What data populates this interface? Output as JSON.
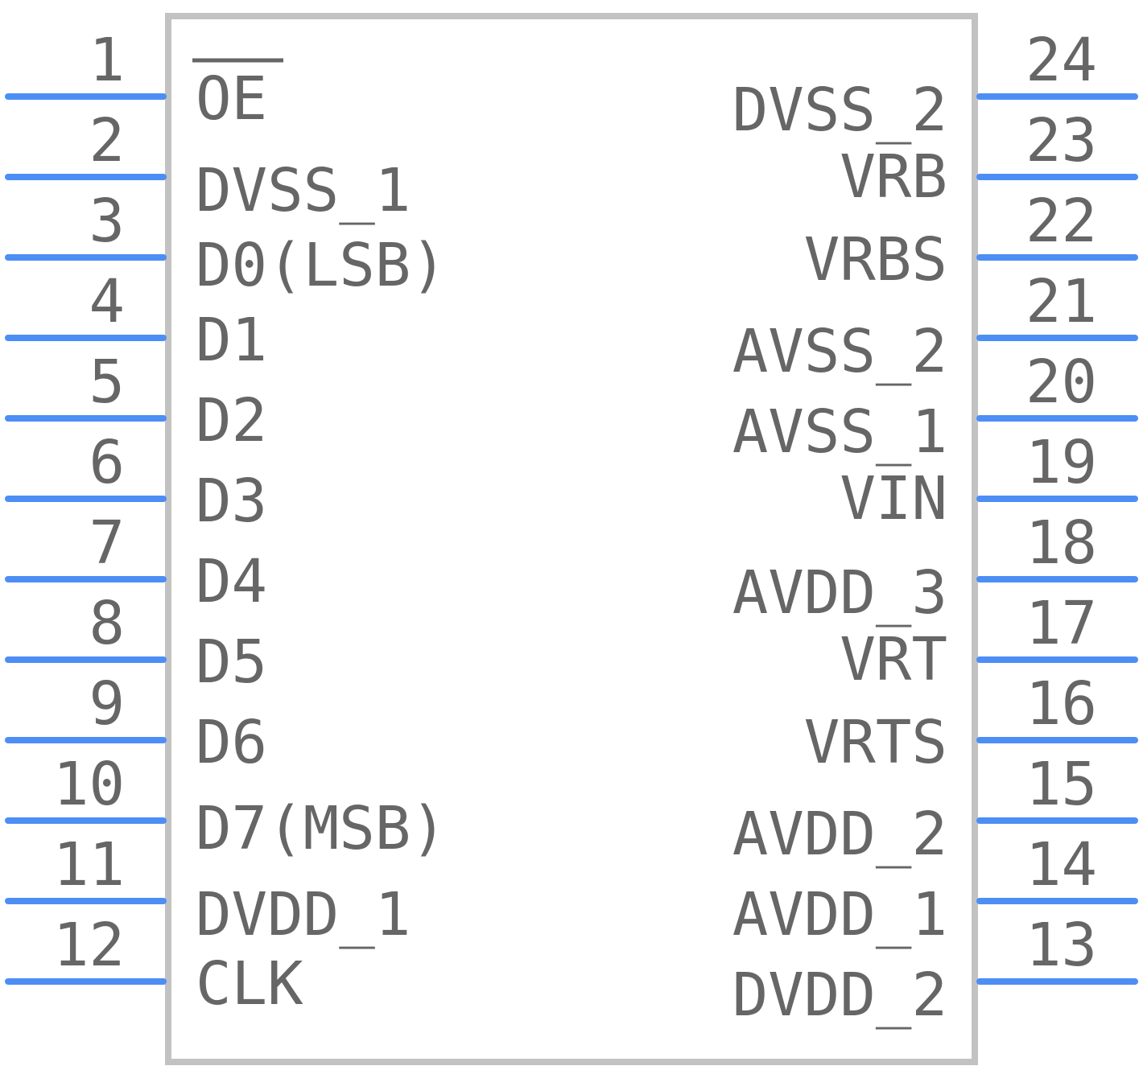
{
  "component": {
    "colors": {
      "pin": "#4d8ef5",
      "body_outline": "#c2c2c2",
      "text": "#666666"
    },
    "left_pins": [
      {
        "number": "1",
        "label": "OE"
      },
      {
        "number": "2",
        "label": "DVSS_1"
      },
      {
        "number": "3",
        "label": "D0(LSB)"
      },
      {
        "number": "4",
        "label": "D1"
      },
      {
        "number": "5",
        "label": "D2"
      },
      {
        "number": "6",
        "label": "D3"
      },
      {
        "number": "7",
        "label": "D4"
      },
      {
        "number": "8",
        "label": "D5"
      },
      {
        "number": "9",
        "label": "D6"
      },
      {
        "number": "10",
        "label": "D7(MSB)"
      },
      {
        "number": "11",
        "label": "DVDD_1"
      },
      {
        "number": "12",
        "label": "CLK"
      }
    ],
    "right_pins": [
      {
        "number": "24",
        "label": "DVSS_2"
      },
      {
        "number": "23",
        "label": "VRB"
      },
      {
        "number": "22",
        "label": "VRBS"
      },
      {
        "number": "21",
        "label": "AVSS_2"
      },
      {
        "number": "20",
        "label": "AVSS_1"
      },
      {
        "number": "19",
        "label": "VIN"
      },
      {
        "number": "18",
        "label": "AVDD_3"
      },
      {
        "number": "17",
        "label": "VRT"
      },
      {
        "number": "16",
        "label": "VRTS"
      },
      {
        "number": "15",
        "label": "AVDD_2"
      },
      {
        "number": "14",
        "label": "AVDD_1"
      },
      {
        "number": "13",
        "label": "DVDD_2"
      }
    ]
  }
}
